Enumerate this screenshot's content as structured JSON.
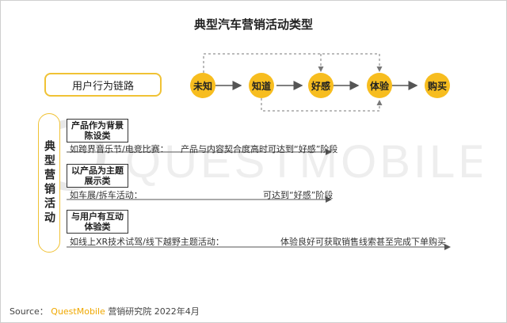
{
  "title": "典型汽车营销活动类型",
  "watermark": "QUESTMOBILE",
  "chain": {
    "label": "用户行为链路",
    "stages": [
      "未知",
      "知道",
      "好感",
      "体验",
      "购买"
    ]
  },
  "activities": {
    "label": "典型营销活动",
    "rows": [
      {
        "type_line1": "产品作为背景",
        "type_line2": "陈设类",
        "example": "如跨界音乐节/电竞比赛：",
        "result": "产品与内容契合度高时可达到“好感”阶段"
      },
      {
        "type_line1": "以产品为主题",
        "type_line2": "展示类",
        "example": "如车展/拆车活动：",
        "result": "可达到“好感”阶段"
      },
      {
        "type_line1": "与用户有互动",
        "type_line2": "体验类",
        "example": "如线上XR技术试驾/线下越野主题活动：",
        "result": "体验良好可获取销售线索甚至完成下单购买"
      }
    ]
  },
  "source": {
    "prefix": "Source：",
    "brand": "QuestMobile",
    "suffix": "营销研究院 2022年4月"
  },
  "colors": {
    "accent": "#f7bd1f",
    "line": "#555555",
    "dashed": "#777777"
  }
}
